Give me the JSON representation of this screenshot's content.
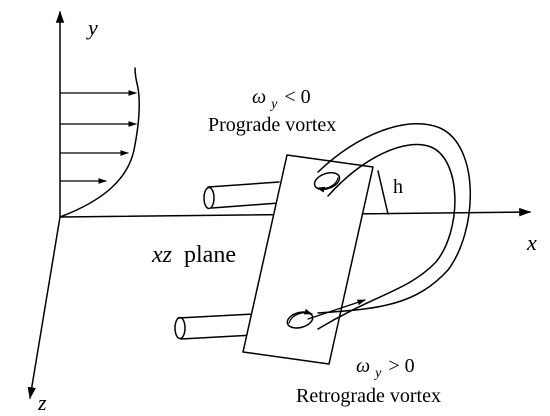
{
  "axes": {
    "y_label": "y",
    "x_label": "x",
    "z_label": "z"
  },
  "plane_label": {
    "xz": "xz",
    "word": "plane"
  },
  "prograde": {
    "omega": "ω",
    "sub": "y",
    "relation": "< 0",
    "label": "Prograde vortex"
  },
  "retrograde": {
    "omega": "ω",
    "sub": "y",
    "relation": "> 0",
    "label": "Retrograde vortex"
  },
  "height_label": "h",
  "colors": {
    "ink": "#000000",
    "background": "#ffffff"
  }
}
